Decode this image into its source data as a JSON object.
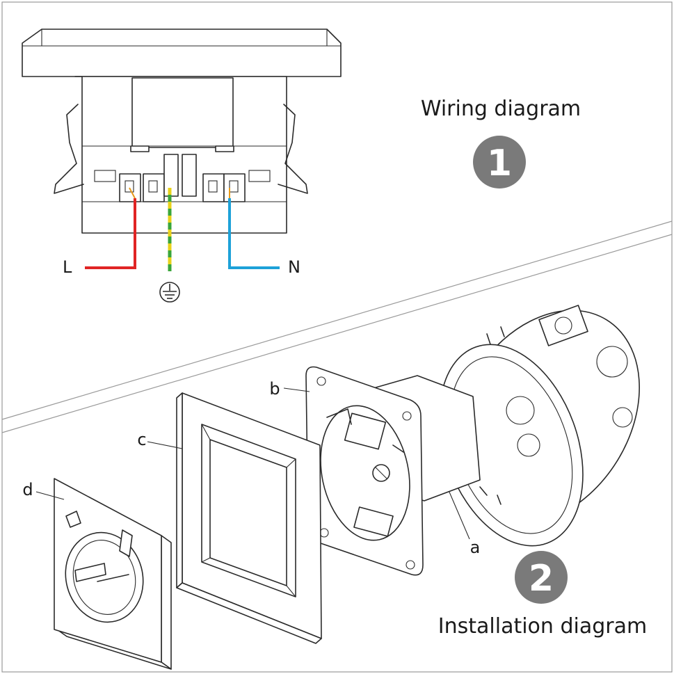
{
  "section_1": {
    "title": "Wiring diagram",
    "badge": "1",
    "labels": {
      "live": "L",
      "neutral": "N"
    },
    "ground_symbol": "earth-ground-icon"
  },
  "section_2": {
    "title": "Installation diagram",
    "badge": "2",
    "parts": {
      "a": "a",
      "b": "b",
      "c": "c",
      "d": "d"
    }
  },
  "colors": {
    "live_wire": "#e02424",
    "neutral_wire": "#1da1d8",
    "earth_yellow": "#e8d21a",
    "earth_green": "#3aa63a",
    "badge": "#7a7a7a"
  }
}
